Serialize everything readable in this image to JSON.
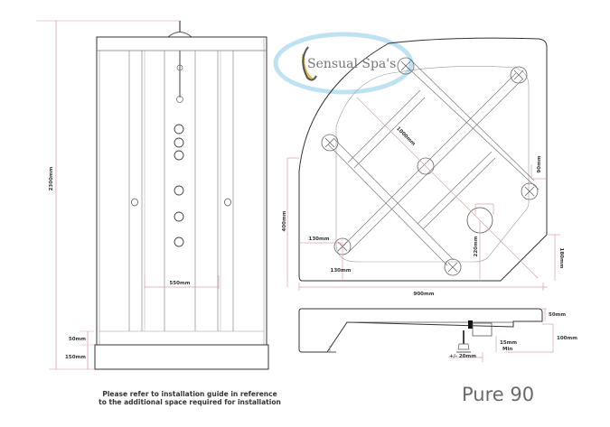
{
  "brand": {
    "logo_text": "Sensual Spa's"
  },
  "model": {
    "name": "Pure 90"
  },
  "note": {
    "line1": "Please refer to installation guide in reference",
    "line2": "to the additional space required for installation"
  },
  "front_view": {
    "height_label": "2300mm",
    "panel_width_label": "550mm",
    "tray_lip_label": "50mm",
    "tray_height_label": "150mm"
  },
  "plan_view": {
    "diagonal_label": "1000mm",
    "width_label": "900mm",
    "side_label": "400mm",
    "foot_x_label": "130mm",
    "foot_y_label": "130mm",
    "waste_offset_label": "220mm",
    "edge_offset_label": "90mm",
    "chamfer_label": "180mm"
  },
  "side_view": {
    "lip_label": "50mm",
    "height_label": "100mm",
    "clearance_label_1": "15mm",
    "clearance_label_2": "Min",
    "adjust_label": "+/- 20mm"
  },
  "colors": {
    "dimension_line": "#d9a0a8",
    "outline": "#333333",
    "thin_line": "#888888",
    "logo_blue": "#8fcbe8",
    "logo_gold": "#e8b84a"
  }
}
